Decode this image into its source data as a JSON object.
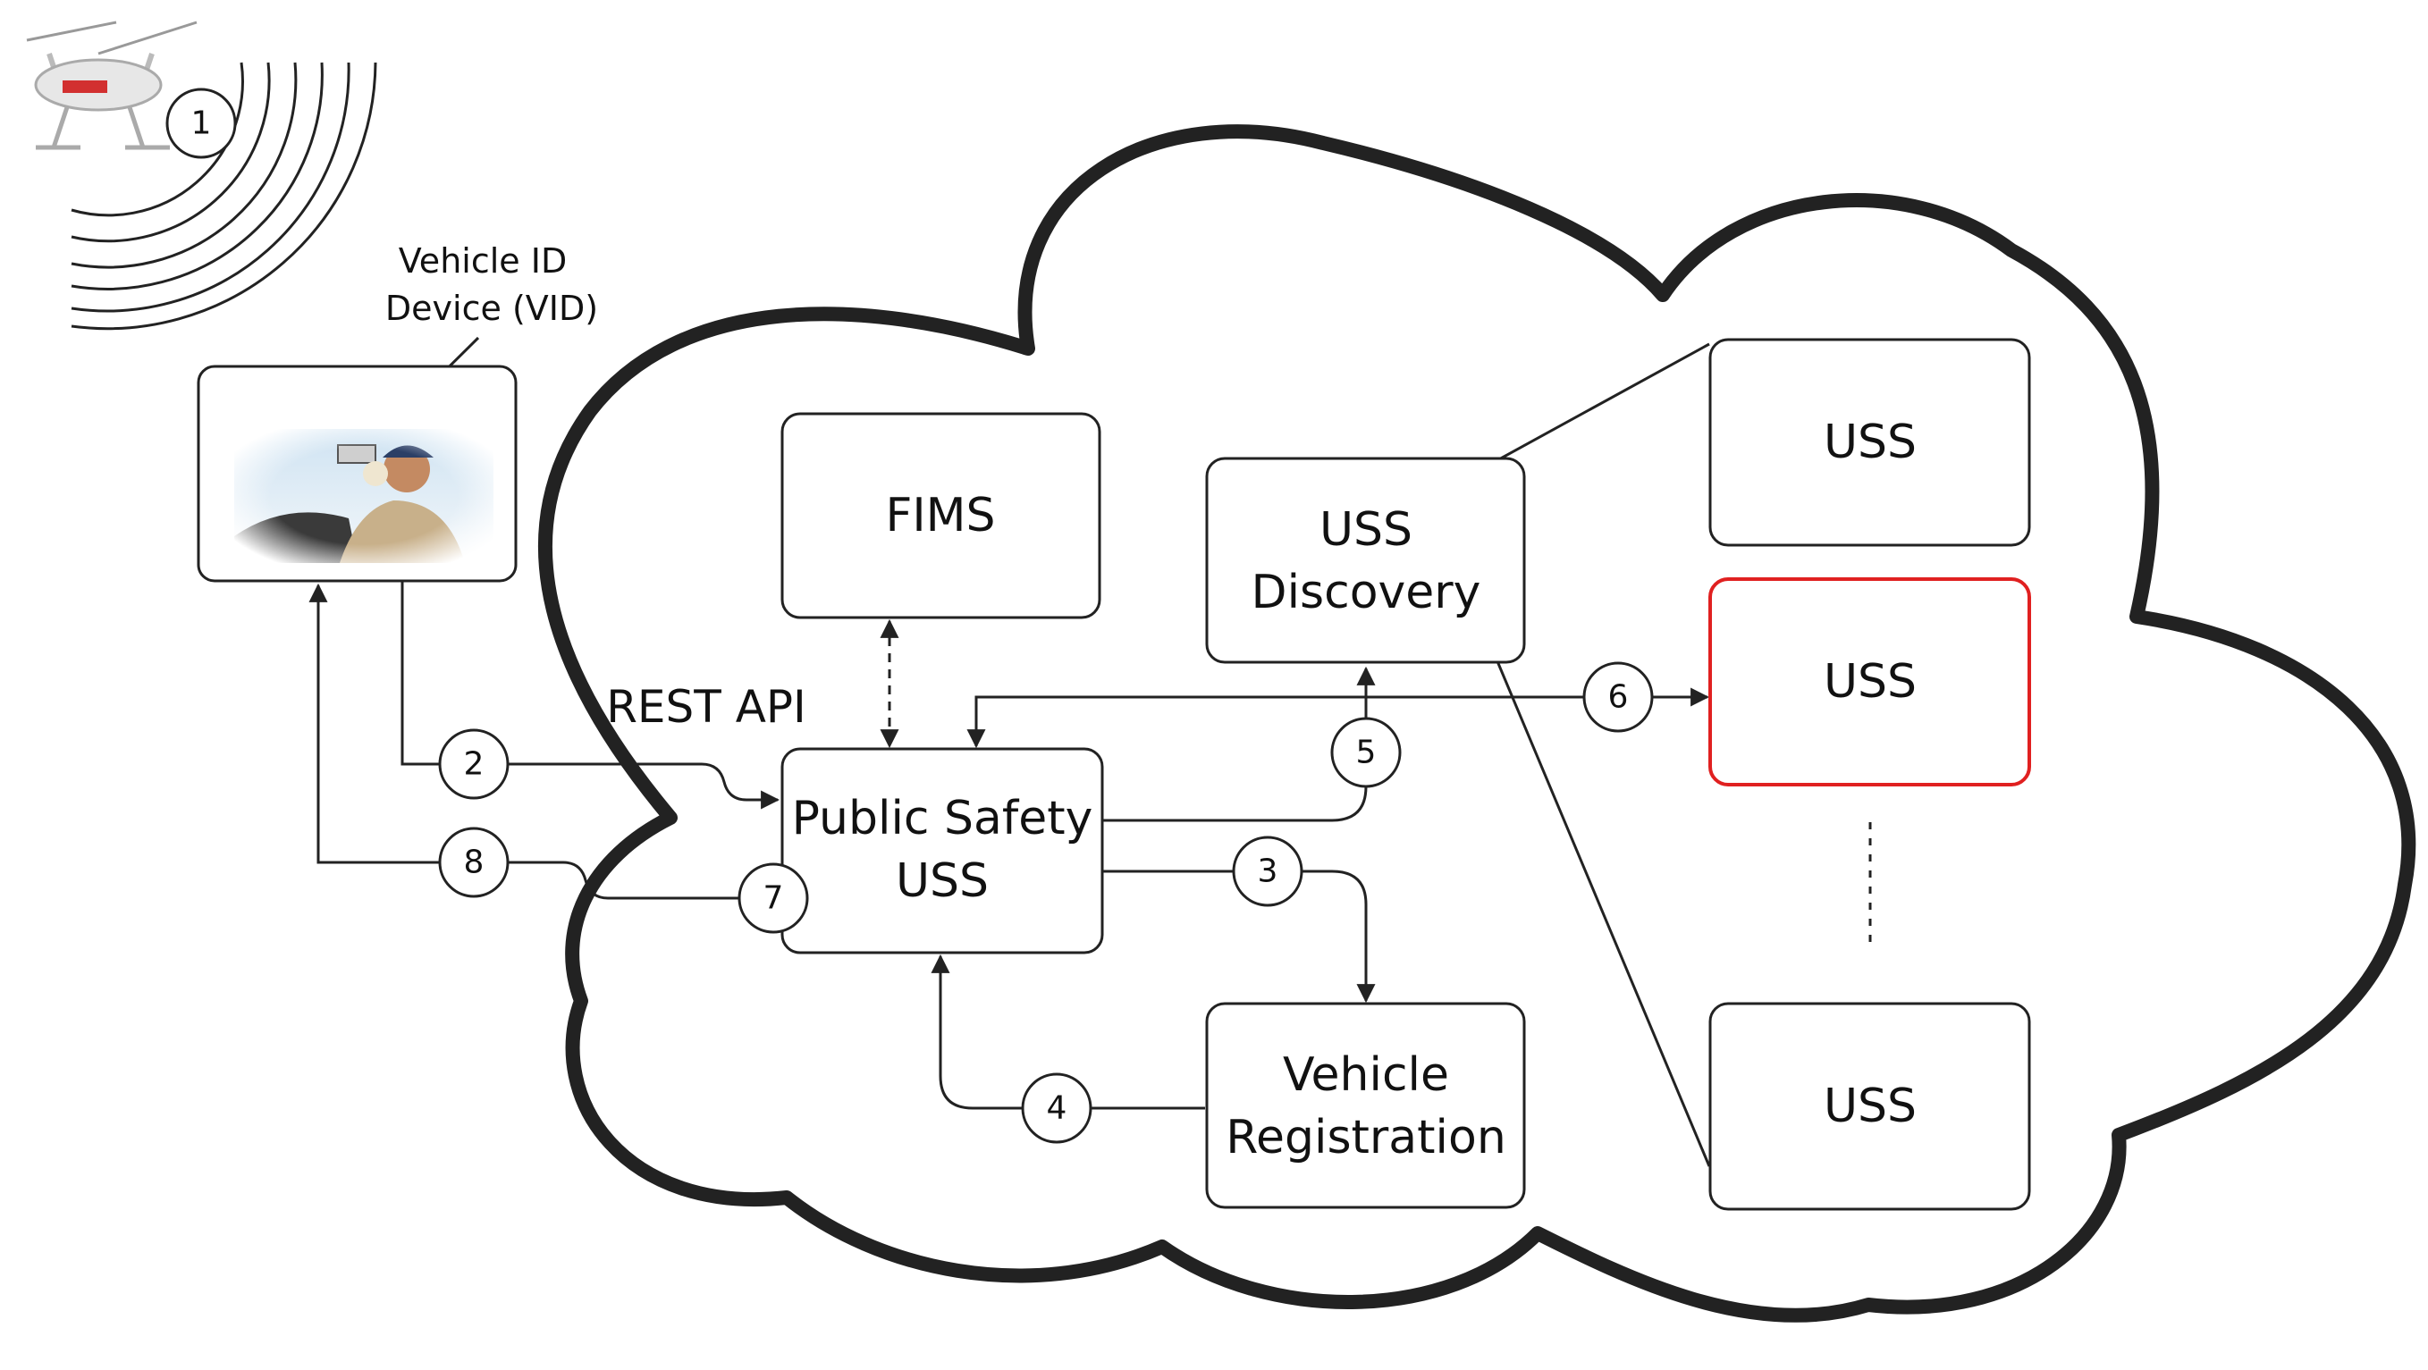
{
  "annotation": {
    "vid_label_line1": "Vehicle ID",
    "vid_label_line2": "Device (VID)",
    "rest_api": "REST API"
  },
  "boxes": {
    "fims": "FIMS",
    "uss_discovery_line1": "USS",
    "uss_discovery_line2": "Discovery",
    "public_safety_line1": "Public Safety",
    "public_safety_line2": "USS",
    "vehicle_registration_line1": "Vehicle",
    "vehicle_registration_line2": "Registration",
    "uss_top": "USS",
    "uss_middle": "USS",
    "uss_bottom": "USS"
  },
  "steps": [
    "1",
    "2",
    "3",
    "4",
    "5",
    "6",
    "7",
    "8"
  ],
  "colors": {
    "highlight_uss_border": "#e02020",
    "cloud_outline": "#222222"
  },
  "icons": {
    "drone": "drone-icon",
    "officer_photo": "officer-with-vid-photo"
  }
}
